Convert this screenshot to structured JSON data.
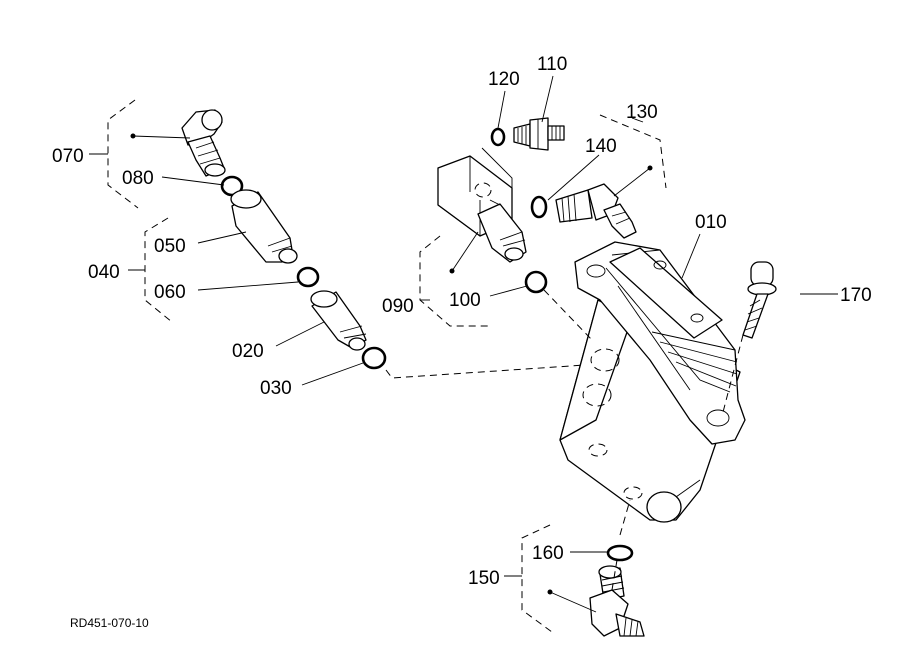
{
  "labels": {
    "p010": "010",
    "p020": "020",
    "p030": "030",
    "p040": "040",
    "p050": "050",
    "p060": "060",
    "p070": "070",
    "p080": "080",
    "p090": "090",
    "p100": "100",
    "p110": "110",
    "p120": "120",
    "p130": "130",
    "p140": "140",
    "p150": "150",
    "p160": "160",
    "p170": "170"
  },
  "reference_code": "RD451-070-10"
}
